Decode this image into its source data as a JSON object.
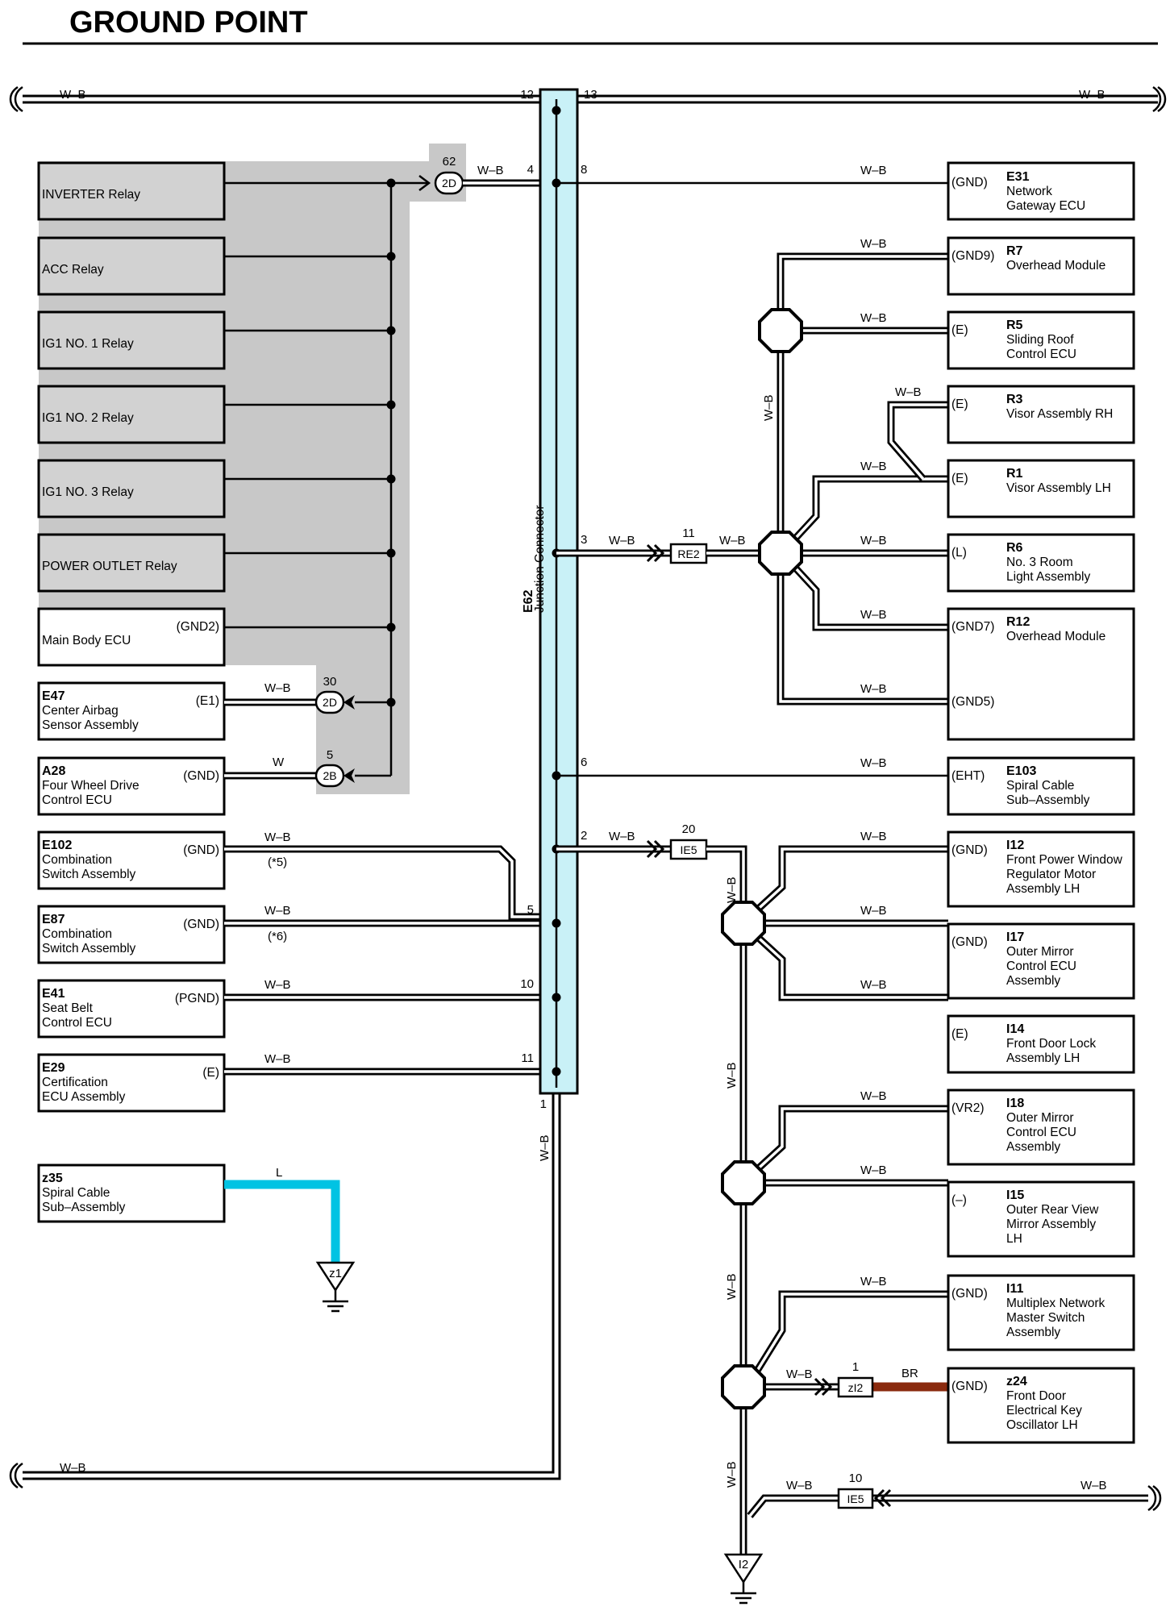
{
  "title": "GROUND POINT",
  "wire_labels": {
    "wb": "W–B",
    "w": "W",
    "l": "L",
    "br": "BR"
  },
  "junction": {
    "code": "E62",
    "name": "Junction Connector",
    "pins": {
      "p1": "1",
      "p2": "2",
      "p3": "3",
      "p4": "4",
      "p5": "5",
      "p6": "6",
      "p8": "8",
      "p10": "10",
      "p11": "11",
      "p12": "12",
      "p13": "13"
    }
  },
  "connectors": {
    "c62": {
      "number": "62",
      "code": "2D"
    },
    "c30": {
      "number": "30",
      "code": "2D"
    },
    "c5": {
      "number": "5",
      "code": "2B"
    },
    "re2": {
      "number": "11",
      "code": "RE2"
    },
    "ie5a": {
      "number": "20",
      "code": "IE5"
    },
    "zi2": {
      "number": "1",
      "code": "zI2"
    },
    "ie5b": {
      "number": "10",
      "code": "IE5"
    }
  },
  "left_components": {
    "inverter": {
      "name": "INVERTER Relay"
    },
    "acc": {
      "name": "ACC Relay"
    },
    "ig1n1": {
      "name": "IG1 NO. 1 Relay"
    },
    "ig1n2": {
      "name": "IG1 NO. 2 Relay"
    },
    "ig1n3": {
      "name": "IG1 NO. 3 Relay"
    },
    "power": {
      "name": "POWER OUTLET Relay"
    },
    "mainbody": {
      "name": "Main Body ECU",
      "terminal": "(GND2)"
    },
    "e47": {
      "code": "E47",
      "line1": "Center Airbag",
      "line2": "Sensor Assembly",
      "terminal": "(E1)"
    },
    "a28": {
      "code": "A28",
      "line1": "Four Wheel Drive",
      "line2": "Control ECU",
      "terminal": "(GND)"
    },
    "e102": {
      "code": "E102",
      "line1": "Combination",
      "line2": "Switch Assembly",
      "terminal": "(GND)",
      "note": "(*5)"
    },
    "e87": {
      "code": "E87",
      "line1": "Combination",
      "line2": "Switch Assembly",
      "terminal": "(GND)",
      "note": "(*6)"
    },
    "e41": {
      "code": "E41",
      "line1": "Seat Belt",
      "line2": "Control ECU",
      "terminal": "(PGND)"
    },
    "e29": {
      "code": "E29",
      "line1": "Certification",
      "line2": "ECU Assembly",
      "terminal": "(E)"
    },
    "z35": {
      "code": "z35",
      "line1": "Spiral Cable",
      "line2": "Sub–Assembly"
    }
  },
  "right_components": {
    "e31": {
      "code": "E31",
      "terminal": "(GND)",
      "lines": [
        "Network",
        "Gateway ECU"
      ]
    },
    "r7": {
      "code": "R7",
      "terminal": "(GND9)",
      "lines": [
        "Overhead Module"
      ]
    },
    "r5": {
      "code": "R5",
      "terminal": "(E)",
      "lines": [
        "Sliding Roof",
        "Control ECU"
      ]
    },
    "r3": {
      "code": "R3",
      "terminal": "(E)",
      "lines": [
        "Visor Assembly RH"
      ]
    },
    "r1": {
      "code": "R1",
      "terminal": "(E)",
      "lines": [
        "Visor Assembly LH"
      ]
    },
    "r6": {
      "code": "R6",
      "terminal": "(L)",
      "lines": [
        "No. 3 Room",
        "Light Assembly"
      ]
    },
    "r12": {
      "code": "R12",
      "terminal": "(GND7)",
      "terminal2": "(GND5)",
      "lines": [
        "Overhead Module"
      ]
    },
    "e103": {
      "code": "E103",
      "terminal": "(EHT)",
      "lines": [
        "Spiral Cable",
        "Sub–Assembly"
      ]
    },
    "i12": {
      "code": "I12",
      "terminal": "(GND)",
      "lines": [
        "Front Power Window",
        "Regulator Motor",
        "Assembly LH"
      ]
    },
    "i17": {
      "code": "I17",
      "terminal": "(GND)",
      "lines": [
        "Outer Mirror",
        "Control ECU",
        "Assembly"
      ]
    },
    "i14": {
      "code": "I14",
      "terminal": "(E)",
      "lines": [
        "Front Door Lock",
        "Assembly LH"
      ]
    },
    "i18": {
      "code": "I18",
      "terminal": "(VR2)",
      "lines": [
        "Outer Mirror",
        "Control ECU",
        "Assembly"
      ]
    },
    "i15": {
      "code": "I15",
      "terminal": "(–)",
      "lines": [
        "Outer Rear View",
        "Mirror Assembly",
        "LH"
      ]
    },
    "i11": {
      "code": "I11",
      "terminal": "(GND)",
      "lines": [
        "Multiplex Network",
        "Master Switch",
        "Assembly"
      ]
    },
    "z24": {
      "code": "z24",
      "terminal": "(GND)",
      "lines": [
        "Front Door",
        "Electrical Key",
        "Oscillator LH"
      ]
    }
  },
  "grounds": {
    "z1": "z1",
    "i2": "I2"
  },
  "colors": {
    "shade": "#c8c8c8",
    "box_fill": "#d2d2d2",
    "junction_fill": "#c9f1f7",
    "wire_l": "#00c3e3",
    "wire_br": "#8a2a0e"
  }
}
